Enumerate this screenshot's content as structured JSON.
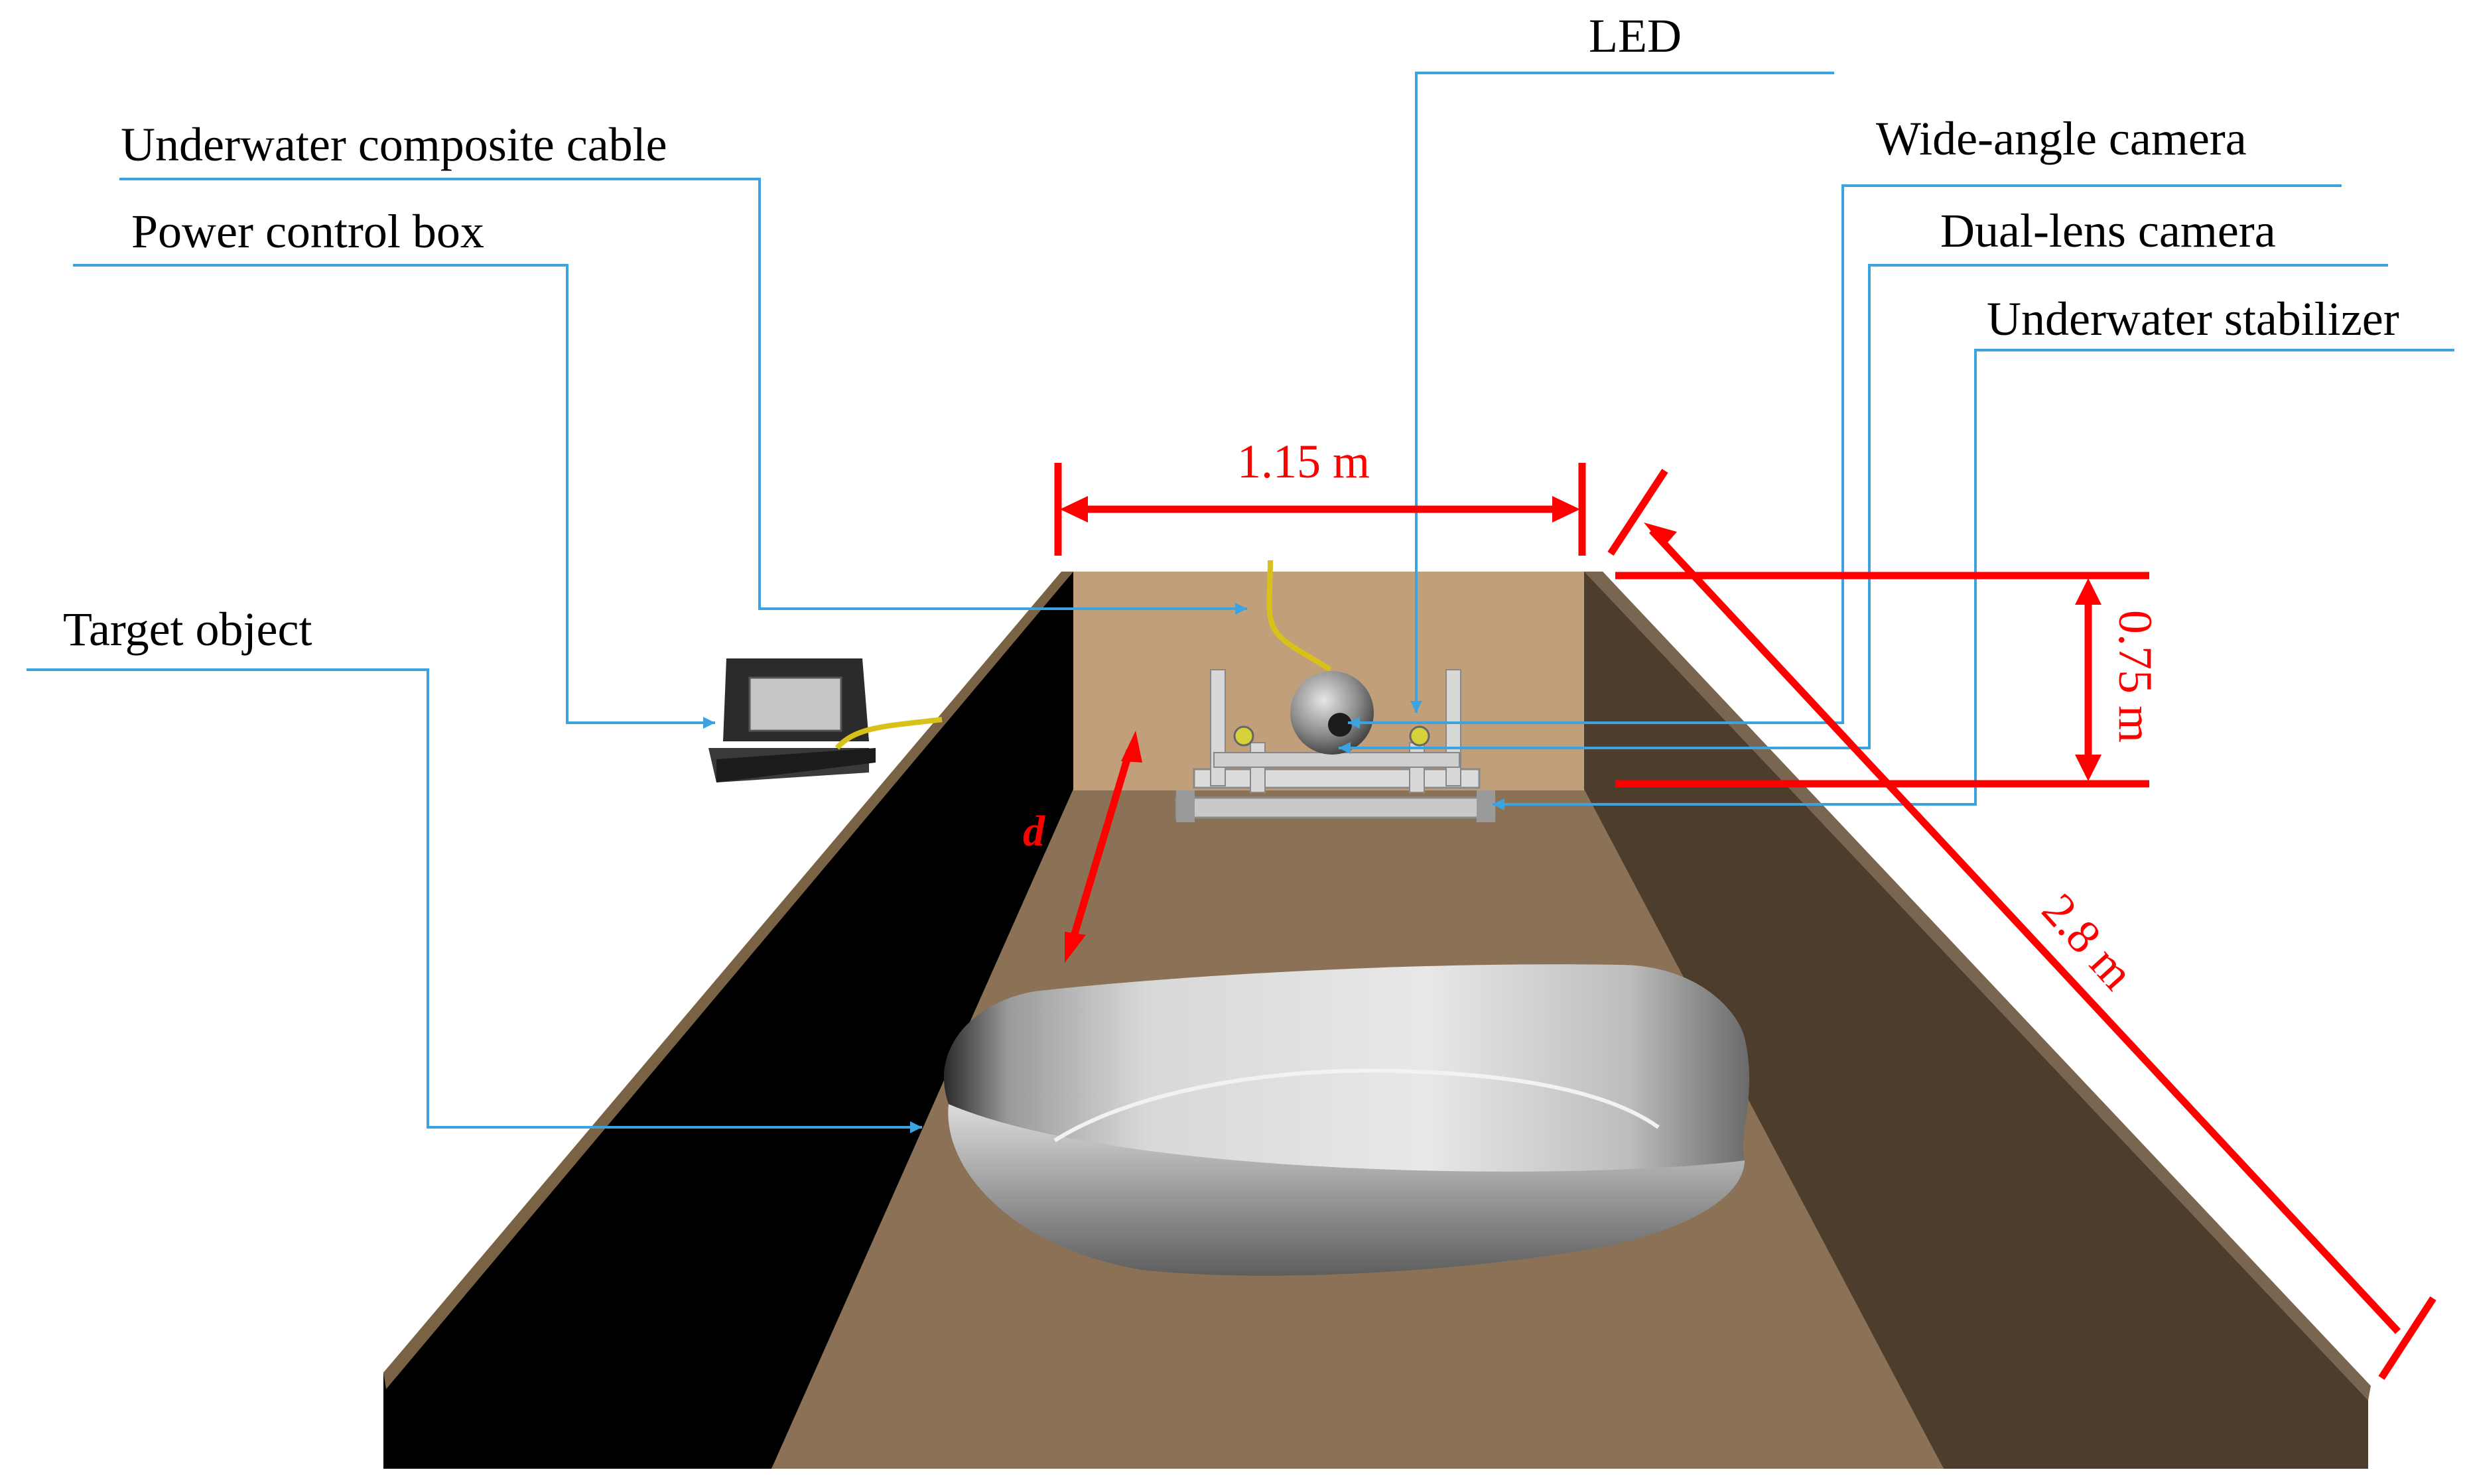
{
  "labels": {
    "led": "LED",
    "cable": "Underwater composite cable",
    "power_box": "Power control box",
    "wide_cam": "Wide-angle camera",
    "dual_cam": "Dual-lens camera",
    "stabilizer": "Underwater stabilizer",
    "target": "Target object"
  },
  "dimensions": {
    "width": "1.15 m",
    "height": "0.75 m",
    "length": "2.8 m",
    "distance": "d"
  },
  "colors": {
    "leader_line": "#3aa3e0",
    "dimension": "#ff0000",
    "left_wall": "#000000",
    "right_wall": "#4d3d2d",
    "floor": "#8b7155",
    "back_wall": "#c19f7a"
  }
}
